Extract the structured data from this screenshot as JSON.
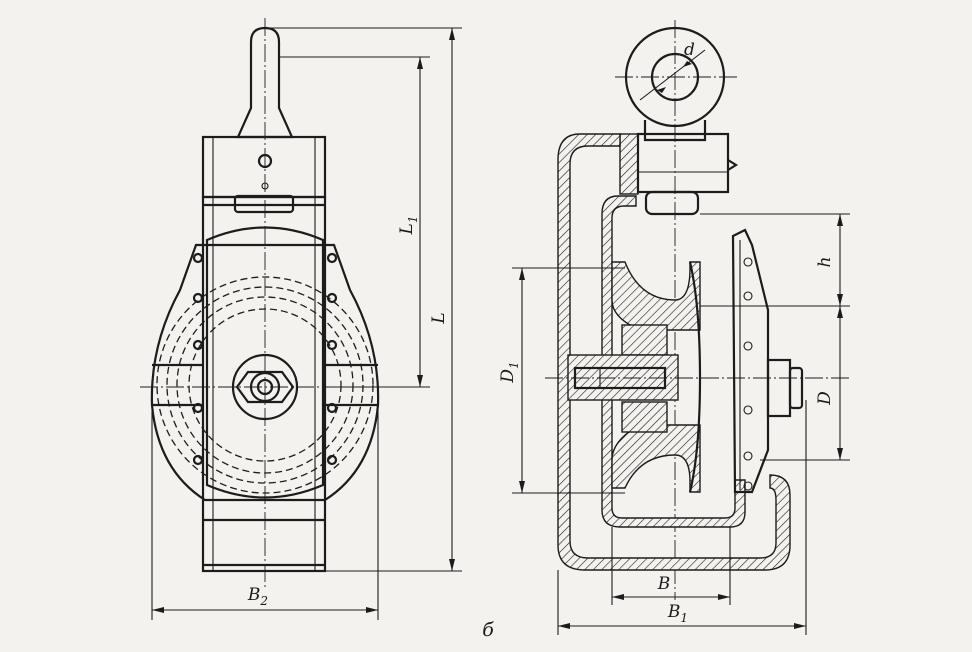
{
  "figure": {
    "panel_label": "б",
    "front_view": {
      "dimensions": [
        {
          "symbol": "L",
          "subscript": "1"
        },
        {
          "symbol": "L",
          "subscript": ""
        },
        {
          "symbol": "B",
          "subscript": "2"
        }
      ]
    },
    "side_view": {
      "dimensions": [
        {
          "symbol": "d",
          "subscript": ""
        },
        {
          "symbol": "h",
          "subscript": ""
        },
        {
          "symbol": "D",
          "subscript": "1"
        },
        {
          "symbol": "D",
          "subscript": ""
        },
        {
          "symbol": "B",
          "subscript": ""
        },
        {
          "symbol": "B",
          "subscript": "1"
        }
      ]
    }
  },
  "colors": {
    "paper": "#f3f2ee",
    "ink": "#1c1c1c"
  }
}
